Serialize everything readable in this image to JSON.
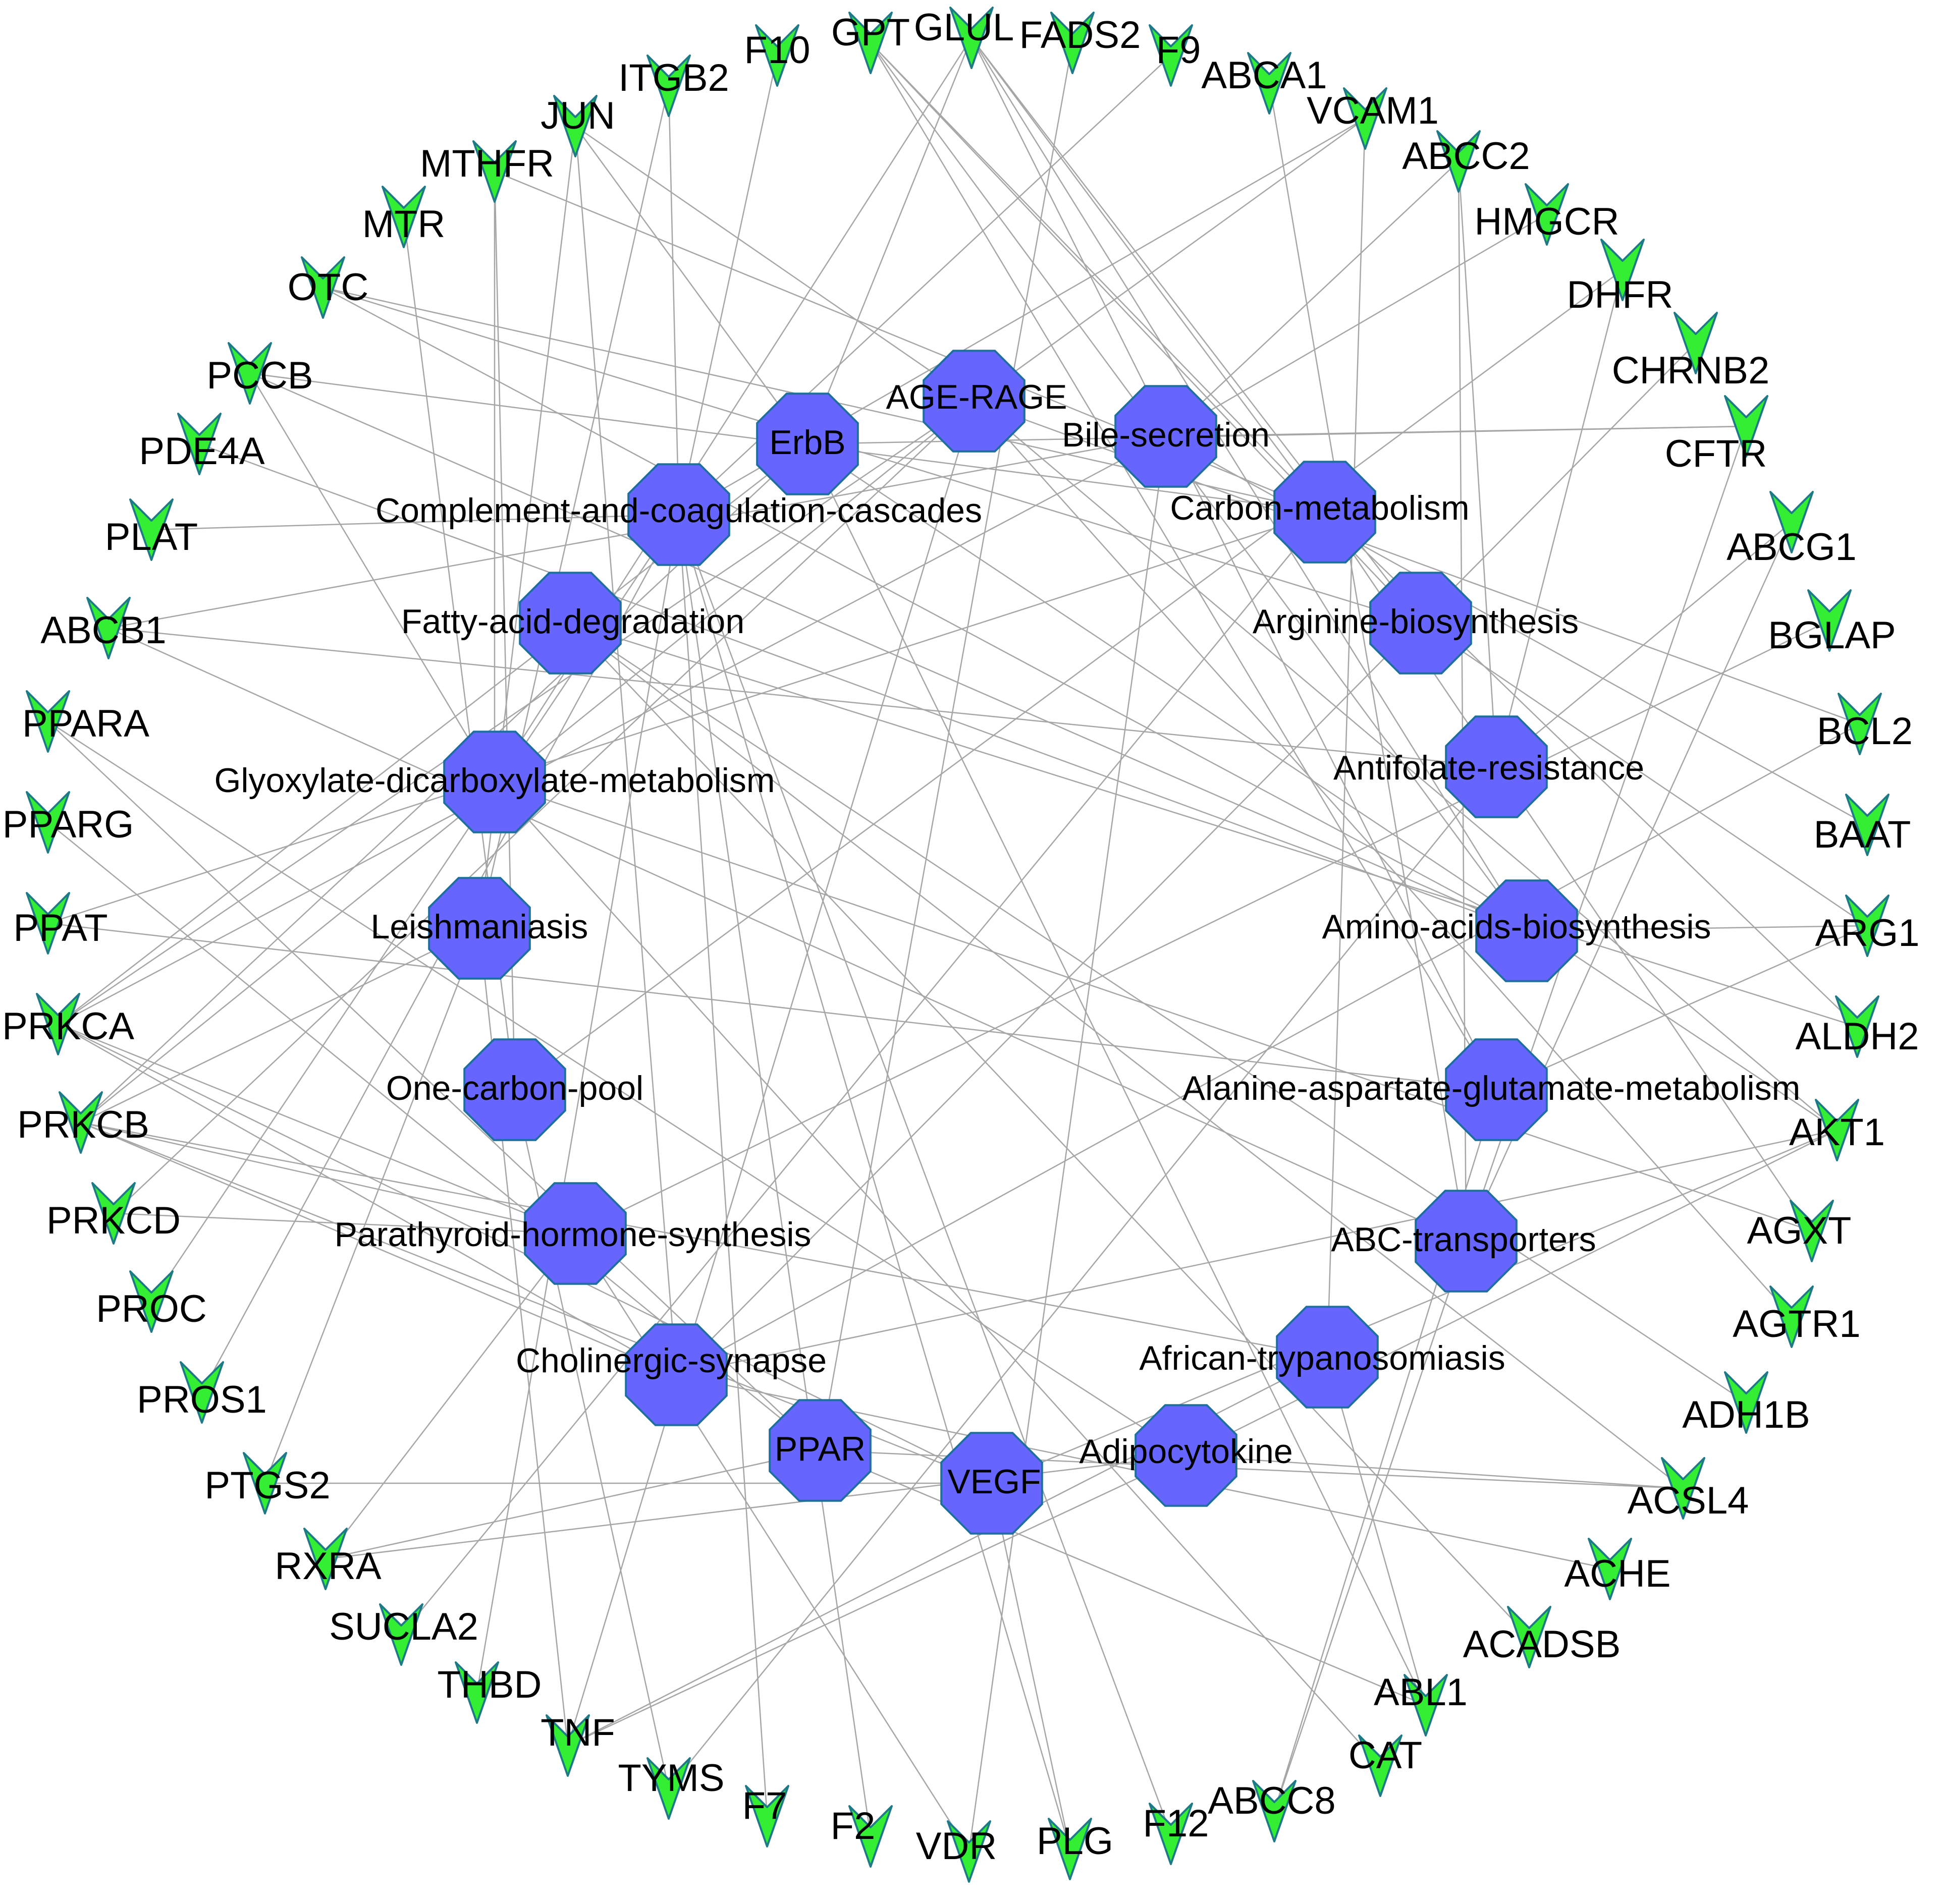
{
  "colors": {
    "gene_fill": "#33EE33",
    "gene_stroke": "#1E7A86",
    "pathway_fill": "#6666FF",
    "pathway_stroke": "#1E6FA0",
    "edge": "#A6A6A6",
    "label": "#000000"
  },
  "genes": [
    {
      "id": "F10",
      "label": "F10"
    },
    {
      "id": "GPT",
      "label": "GPT"
    },
    {
      "id": "GLUL",
      "label": "GLUL"
    },
    {
      "id": "FADS2",
      "label": "FADS2"
    },
    {
      "id": "F9",
      "label": "F9"
    },
    {
      "id": "ABCA1",
      "label": "ABCA1"
    },
    {
      "id": "VCAM1",
      "label": "VCAM1"
    },
    {
      "id": "ABCC2",
      "label": "ABCC2"
    },
    {
      "id": "HMGCR",
      "label": "HMGCR"
    },
    {
      "id": "DHFR",
      "label": "DHFR"
    },
    {
      "id": "CHRNB2",
      "label": "CHRNB2"
    },
    {
      "id": "CFTR",
      "label": "CFTR"
    },
    {
      "id": "ABCG1",
      "label": "ABCG1"
    },
    {
      "id": "BGLAP",
      "label": "BGLAP"
    },
    {
      "id": "BCL2",
      "label": "BCL2"
    },
    {
      "id": "BAAT",
      "label": "BAAT"
    },
    {
      "id": "ARG1",
      "label": "ARG1"
    },
    {
      "id": "ALDH2",
      "label": "ALDH2"
    },
    {
      "id": "AKT1",
      "label": "AKT1"
    },
    {
      "id": "AGXT",
      "label": "AGXT"
    },
    {
      "id": "AGTR1",
      "label": "AGTR1"
    },
    {
      "id": "ADH1B",
      "label": "ADH1B"
    },
    {
      "id": "ACSL4",
      "label": "ACSL4"
    },
    {
      "id": "ACHE",
      "label": "ACHE"
    },
    {
      "id": "ACADSB",
      "label": "ACADSB"
    },
    {
      "id": "ABL1",
      "label": "ABL1"
    },
    {
      "id": "CAT",
      "label": "CAT"
    },
    {
      "id": "ABCC8",
      "label": "ABCC8"
    },
    {
      "id": "F12",
      "label": "F12"
    },
    {
      "id": "PLG",
      "label": "PLG"
    },
    {
      "id": "VDR",
      "label": "VDR"
    },
    {
      "id": "F2",
      "label": "F2"
    },
    {
      "id": "F7",
      "label": "F7"
    },
    {
      "id": "TYMS",
      "label": "TYMS"
    },
    {
      "id": "TNF",
      "label": "TNF"
    },
    {
      "id": "THBD",
      "label": "THBD"
    },
    {
      "id": "SUCLA2",
      "label": "SUCLA2"
    },
    {
      "id": "RXRA",
      "label": "RXRA"
    },
    {
      "id": "PTGS2",
      "label": "PTGS2"
    },
    {
      "id": "PROS1",
      "label": "PROS1"
    },
    {
      "id": "PROC",
      "label": "PROC"
    },
    {
      "id": "PRKCD",
      "label": "PRKCD"
    },
    {
      "id": "PRKCB",
      "label": "PRKCB"
    },
    {
      "id": "PRKCA",
      "label": "PRKCA"
    },
    {
      "id": "PPAT",
      "label": "PPAT"
    },
    {
      "id": "PPARG",
      "label": "PPARG"
    },
    {
      "id": "PPARA",
      "label": "PPARA"
    },
    {
      "id": "ABCB1",
      "label": "ABCB1"
    },
    {
      "id": "PLAT",
      "label": "PLAT"
    },
    {
      "id": "PDE4A",
      "label": "PDE4A"
    },
    {
      "id": "PCCB",
      "label": "PCCB"
    },
    {
      "id": "OTC",
      "label": "OTC"
    },
    {
      "id": "MTR",
      "label": "MTR"
    },
    {
      "id": "MTHFR",
      "label": "MTHFR"
    },
    {
      "id": "JUN",
      "label": "JUN"
    },
    {
      "id": "ITGB2",
      "label": "ITGB2"
    }
  ],
  "pathways": [
    {
      "id": "AGE-RAGE",
      "label": "AGE-RAGE"
    },
    {
      "id": "Bile",
      "label": "Bile-secretion"
    },
    {
      "id": "Carbon",
      "label": "Carbon-metabolism"
    },
    {
      "id": "Arginine",
      "label": "Arginine-biosynthesis"
    },
    {
      "id": "Antifolate",
      "label": "Antifolate-resistance"
    },
    {
      "id": "Amino",
      "label": "Amino-acids-biosynthesis"
    },
    {
      "id": "Alanine",
      "label": "Alanine-aspartate-glutamate-metabolism"
    },
    {
      "id": "ABC",
      "label": "ABC-transporters"
    },
    {
      "id": "African",
      "label": "African-trypanosomiasis"
    },
    {
      "id": "Adipocytokine",
      "label": "Adipocytokine"
    },
    {
      "id": "VEGF",
      "label": "VEGF"
    },
    {
      "id": "PPAR",
      "label": "PPAR"
    },
    {
      "id": "Cholinergic",
      "label": "Cholinergic-synapse"
    },
    {
      "id": "Parathyroid",
      "label": "Parathyroid-hormone-synthesis"
    },
    {
      "id": "OneCarbon",
      "label": "One-carbon-pool"
    },
    {
      "id": "Leishmaniasis",
      "label": "Leishmaniasis"
    },
    {
      "id": "Glyoxylate",
      "label": "Glyoxylate-dicarboxylate-metabolism"
    },
    {
      "id": "FattyAcid",
      "label": "Fatty-acid-degradation"
    },
    {
      "id": "Complement",
      "label": "Complement-and-coagulation-cascades"
    },
    {
      "id": "ErbB",
      "label": "ErbB"
    }
  ],
  "edges": [
    [
      "Complement",
      "F10"
    ],
    [
      "Complement",
      "F9"
    ],
    [
      "Complement",
      "F12"
    ],
    [
      "Complement",
      "F7"
    ],
    [
      "Complement",
      "F2"
    ],
    [
      "Complement",
      "PLG"
    ],
    [
      "Complement",
      "PLAT"
    ],
    [
      "Complement",
      "THBD"
    ],
    [
      "Complement",
      "PROC"
    ],
    [
      "Complement",
      "PROS1"
    ],
    [
      "Complement",
      "VCAM1"
    ],
    [
      "Complement",
      "ITGB2"
    ],
    [
      "Carbon",
      "GPT"
    ],
    [
      "Carbon",
      "GLUL"
    ],
    [
      "Carbon",
      "OTC"
    ],
    [
      "Carbon",
      "PCCB"
    ],
    [
      "Carbon",
      "ALDH2"
    ],
    [
      "Carbon",
      "AGXT"
    ],
    [
      "Carbon",
      "SUCLA2"
    ],
    [
      "Carbon",
      "MTHFR"
    ],
    [
      "Carbon",
      "PPAT"
    ],
    [
      "Arginine",
      "GPT"
    ],
    [
      "Arginine",
      "GLUL"
    ],
    [
      "Arginine",
      "OTC"
    ],
    [
      "Arginine",
      "ARG1"
    ],
    [
      "Amino",
      "GPT"
    ],
    [
      "Amino",
      "GLUL"
    ],
    [
      "Amino",
      "OTC"
    ],
    [
      "Amino",
      "ARG1"
    ],
    [
      "Amino",
      "PCCB"
    ],
    [
      "Amino",
      "PDE4A"
    ],
    [
      "Alanine",
      "GPT"
    ],
    [
      "Alanine",
      "GLUL"
    ],
    [
      "Alanine",
      "ARG1"
    ],
    [
      "Alanine",
      "PPAT"
    ],
    [
      "Alanine",
      "ABCC8"
    ],
    [
      "Antifolate",
      "DHFR"
    ],
    [
      "Antifolate",
      "TYMS"
    ],
    [
      "Antifolate",
      "ABCC2"
    ],
    [
      "Antifolate",
      "ABCB1"
    ],
    [
      "Antifolate",
      "ABCG1"
    ],
    [
      "OneCarbon",
      "DHFR"
    ],
    [
      "OneCarbon",
      "TYMS"
    ],
    [
      "OneCarbon",
      "MTHFR"
    ],
    [
      "OneCarbon",
      "MTR"
    ],
    [
      "Glyoxylate",
      "AGXT"
    ],
    [
      "Glyoxylate",
      "GLUL"
    ],
    [
      "Glyoxylate",
      "CAT"
    ],
    [
      "Glyoxylate",
      "PCCB"
    ],
    [
      "Glyoxylate",
      "MTHFR"
    ],
    [
      "FattyAcid",
      "ALDH2"
    ],
    [
      "FattyAcid",
      "ACSL4"
    ],
    [
      "FattyAcid",
      "ACADSB"
    ],
    [
      "FattyAcid",
      "ADH1B"
    ],
    [
      "ABC",
      "ABCA1"
    ],
    [
      "ABC",
      "ABCC2"
    ],
    [
      "ABC",
      "ABCG1"
    ],
    [
      "ABC",
      "ABCB1"
    ],
    [
      "ABC",
      "ABCC8"
    ],
    [
      "ABC",
      "CFTR"
    ],
    [
      "Bile",
      "ABCB1"
    ],
    [
      "Bile",
      "ABCC2"
    ],
    [
      "Bile",
      "CFTR"
    ],
    [
      "Bile",
      "HMGCR"
    ],
    [
      "Bile",
      "BAAT"
    ],
    [
      "Bile",
      "PRKCA"
    ],
    [
      "Bile",
      "VDR"
    ],
    [
      "AGE-RAGE",
      "VCAM1"
    ],
    [
      "AGE-RAGE",
      "AKT1"
    ],
    [
      "AGE-RAGE",
      "PRKCA"
    ],
    [
      "AGE-RAGE",
      "PRKCB"
    ],
    [
      "AGE-RAGE",
      "PRKCD"
    ],
    [
      "AGE-RAGE",
      "JUN"
    ],
    [
      "AGE-RAGE",
      "TNF"
    ],
    [
      "AGE-RAGE",
      "BCL2"
    ],
    [
      "AGE-RAGE",
      "AGTR1"
    ],
    [
      "Leishmaniasis",
      "JUN"
    ],
    [
      "Leishmaniasis",
      "TNF"
    ],
    [
      "Leishmaniasis",
      "ITGB2"
    ],
    [
      "Leishmaniasis",
      "PTGS2"
    ],
    [
      "Leishmaniasis",
      "PRKCB"
    ],
    [
      "Parathyroid",
      "VDR"
    ],
    [
      "Parathyroid",
      "PRKCA"
    ],
    [
      "Parathyroid",
      "PRKCB"
    ],
    [
      "Parathyroid",
      "PRKCD"
    ],
    [
      "Parathyroid",
      "RXRA"
    ],
    [
      "Parathyroid",
      "BGLAP"
    ],
    [
      "Cholinergic",
      "ACHE"
    ],
    [
      "Cholinergic",
      "CHRNB2"
    ],
    [
      "Cholinergic",
      "PRKCA"
    ],
    [
      "Cholinergic",
      "PRKCB"
    ],
    [
      "Cholinergic",
      "AKT1"
    ],
    [
      "Cholinergic",
      "JUN"
    ],
    [
      "Cholinergic",
      "BCL2"
    ],
    [
      "PPAR",
      "PPARA"
    ],
    [
      "PPAR",
      "PPARG"
    ],
    [
      "PPAR",
      "RXRA"
    ],
    [
      "PPAR",
      "ACSL4"
    ],
    [
      "PPAR",
      "FADS2"
    ],
    [
      "PPAR",
      "ABL1"
    ],
    [
      "VEGF",
      "PTGS2"
    ],
    [
      "VEGF",
      "AKT1"
    ],
    [
      "VEGF",
      "PRKCA"
    ],
    [
      "VEGF",
      "PRKCB"
    ],
    [
      "VEGF",
      "PLG"
    ],
    [
      "Adipocytokine",
      "TNF"
    ],
    [
      "Adipocytokine",
      "PPARA"
    ],
    [
      "Adipocytokine",
      "RXRA"
    ],
    [
      "Adipocytokine",
      "AKT1"
    ],
    [
      "Adipocytokine",
      "ACSL4"
    ],
    [
      "African",
      "VCAM1"
    ],
    [
      "African",
      "TNF"
    ],
    [
      "African",
      "PRKCB"
    ],
    [
      "African",
      "ABL1"
    ],
    [
      "ErbB",
      "JUN"
    ],
    [
      "ErbB",
      "PRKCA"
    ],
    [
      "ErbB",
      "PRKCB"
    ],
    [
      "ErbB",
      "ABL1"
    ],
    [
      "ErbB",
      "AKT1"
    ],
    [
      "ErbB",
      "GLUL"
    ],
    [
      "ErbB",
      "CFTR"
    ]
  ]
}
